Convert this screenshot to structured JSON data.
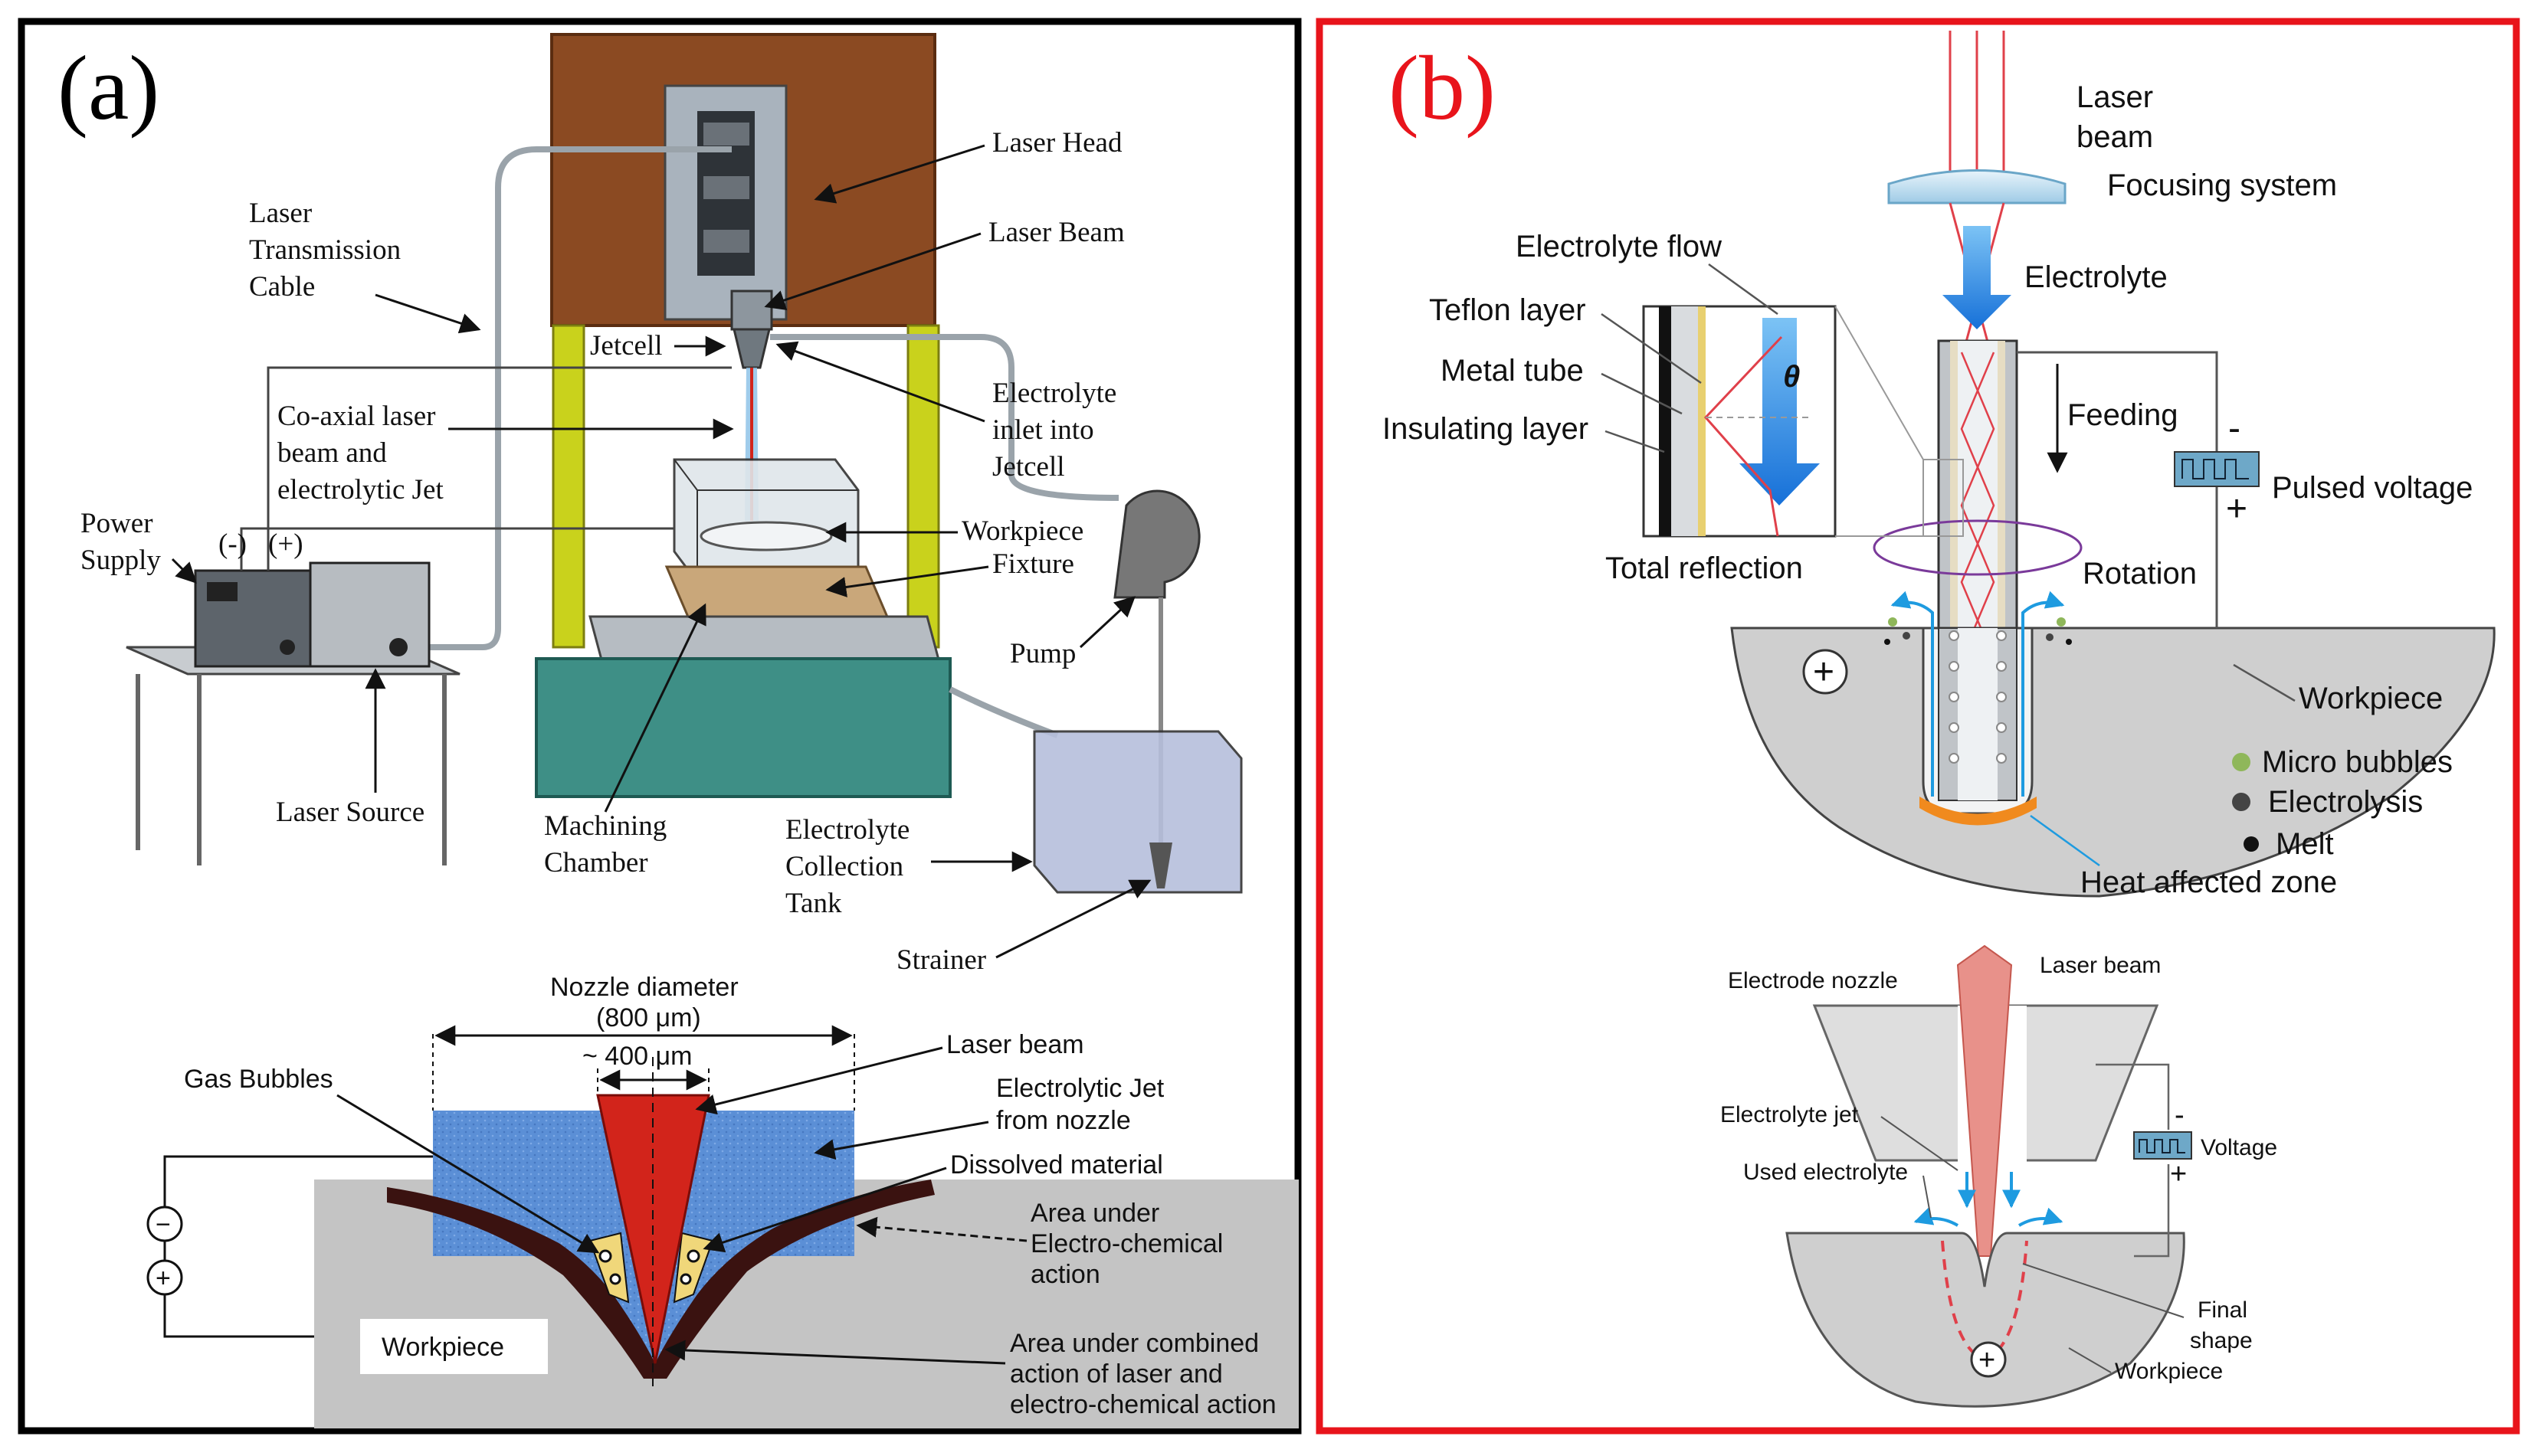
{
  "panel_a": {
    "label": "(a)",
    "setup_labels": {
      "laser_head": "Laser Head",
      "laser_beam": "Laser Beam",
      "cable_1": "Laser",
      "cable_2": "Transmission",
      "cable_3": "Cable",
      "jetcell": "Jetcell",
      "coaxial_1": "Co-axial laser",
      "coaxial_2": "beam and",
      "coaxial_3": "electrolytic Jet",
      "inlet_1": "Electrolyte",
      "inlet_2": "inlet into",
      "inlet_3": "Jetcell",
      "power_1": "Power",
      "power_2": "Supply",
      "minus": "(-)",
      "plus": "(+)",
      "workpiece": "Workpiece",
      "fixture": "Fixture",
      "pump": "Pump",
      "laser_source": "Laser Source",
      "chamber_1": "Machining",
      "chamber_2": "Chamber",
      "tank_1": "Electrolyte",
      "tank_2": "Collection",
      "tank_3": "Tank",
      "strainer": "Strainer"
    },
    "process_labels": {
      "nozzle_1": "Nozzle diameter",
      "nozzle_2": "(800 μm)",
      "spot": "~ 400 μm",
      "laser_beam": "Laser beam",
      "gas_bubbles": "Gas Bubbles",
      "jet_1": "Electrolytic Jet",
      "jet_2": "from nozzle",
      "dissolved": "Dissolved material",
      "ec_1": "Area under",
      "ec_2": "Electro-chemical",
      "ec_3": "action",
      "combined_1": "Area under combined",
      "combined_2": "action of laser and",
      "combined_3": "electro-chemical action",
      "workpiece": "Workpiece",
      "minus": "−",
      "plus": "+"
    }
  },
  "panel_b": {
    "label": "(b)",
    "top_labels": {
      "laser_1": "Laser",
      "laser_2": "beam",
      "focusing": "Focusing system",
      "electrolyte_flow": "Electrolyte flow",
      "electrolyte": "Electrolyte",
      "teflon": "Teflon layer",
      "metal_tube": "Metal tube",
      "insulating": "Insulating layer",
      "theta": "θ",
      "feeding": "Feeding",
      "pulsed": "Pulsed voltage",
      "minus": "-",
      "plus": "+",
      "total_reflection": "Total reflection",
      "rotation": "Rotation",
      "workpiece": "Workpiece",
      "wp_plus": "+",
      "micro_bubbles": "Micro bubbles",
      "electrolysis": "Electrolysis",
      "melt": "Melt",
      "haz": "Heat affected zone"
    },
    "bottom_labels": {
      "electrode_nozzle": "Electrode nozzle",
      "laser_beam": "Laser beam",
      "electrolyte_jet": "Electrolyte jet",
      "used_electrolyte": "Used electrolyte",
      "minus": "-",
      "plus": "+",
      "voltage": "Voltage",
      "final_1": "Final",
      "final_2": "shape",
      "workpiece": "Workpiece",
      "wp_plus": "+"
    }
  },
  "colors": {
    "frame_a": "#000000",
    "frame_b": "#e8141b",
    "label_b": "#e8141b",
    "wood": "#8b4a22",
    "frame_yellow": "#c9d21c",
    "base_teal": "#3e8f86",
    "jet_blue": "#5b8fd6",
    "laser_red": "#d2241b",
    "workpiece_grey": "#c4c4c4",
    "electrolyte_arrow": "#1e7fe0",
    "haz_orange": "#f08a1e"
  }
}
